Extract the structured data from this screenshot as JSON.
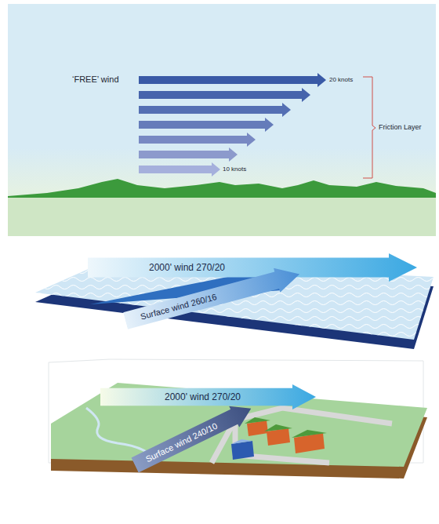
{
  "diagram": {
    "nodes": [
      {
        "text": [
          "2000' wind 270/20"
        ]
      },
      {
        "text": [
          "Surface wind 260/16"
        ]
      },
      {
        "text": [
          "2000' wind 270/20"
        ]
      },
      {
        "text": [
          "Surface wind 240/10"
        ]
      }
    ],
    "labels": [
      "‘FREE’ wind",
      "20 knots",
      "Friction Layer",
      "10 knots"
    ]
  }
}
